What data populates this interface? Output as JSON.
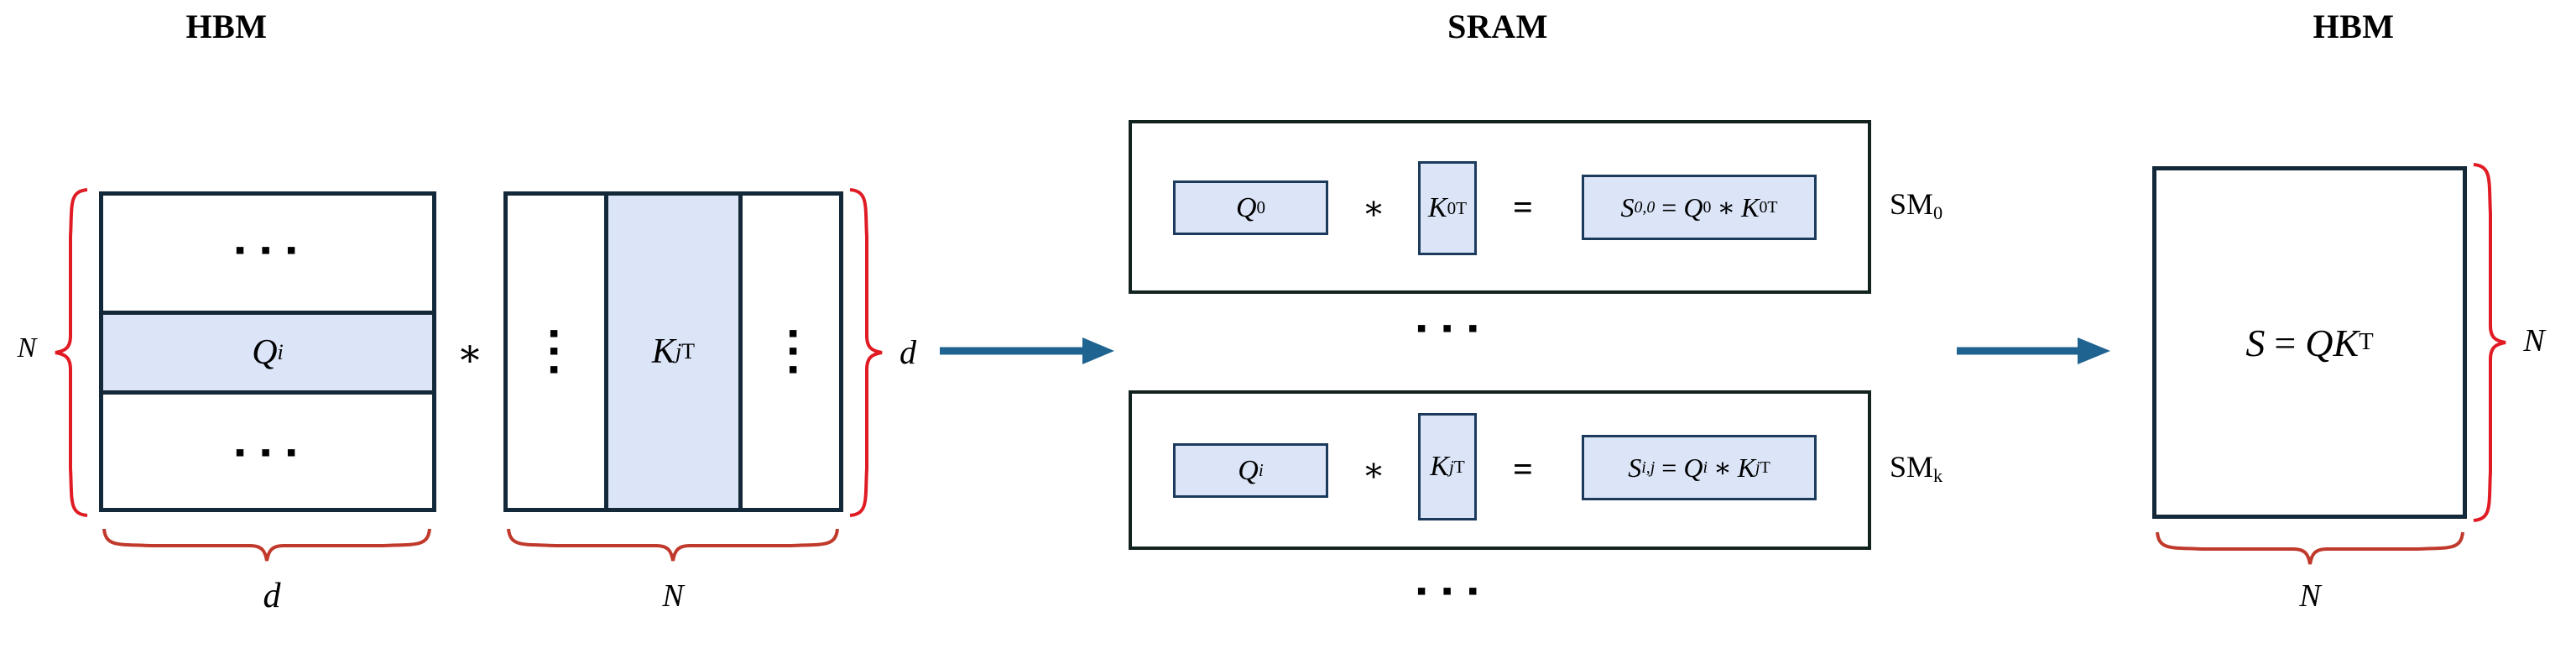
{
  "headers": {
    "left": "HBM",
    "middle": "SRAM",
    "right": "HBM"
  },
  "left_panel": {
    "q_matrix": {
      "top_dots": "▪ ▪ ▪",
      "highlight_label": "Q",
      "highlight_sub": "i",
      "bottom_dots": "▪ ▪ ▪",
      "brace_left_label": "N",
      "brace_bottom_label": "d"
    },
    "operator": "∗",
    "k_matrix": {
      "left_vdots": "▪",
      "highlight_label": "K",
      "highlight_sub": "j",
      "highlight_sup": "T",
      "right_vdots": "▪",
      "brace_right_label": "d",
      "brace_bottom_label": "N"
    }
  },
  "arrows": {
    "arrow1_name": "arrow-hbm-to-sram",
    "arrow2_name": "arrow-sram-to-hbm",
    "color": "#1f6390"
  },
  "sram_panel": {
    "dots_between": "▪ ▪ ▪",
    "dots_below": "▪ ▪ ▪",
    "rows": [
      {
        "sm_label": "SM",
        "sm_sub": "0",
        "q_label": "Q",
        "q_sub": "0",
        "mul": "∗",
        "k_label": "K",
        "k_sub": "0",
        "k_sup": "T",
        "eq": "=",
        "result_s": "S",
        "result_s_sub": "0,0",
        "result_eq": "=",
        "result_q": "Q",
        "result_q_sub": "0",
        "result_mul": "∗",
        "result_k": "K",
        "result_k_sub": "0",
        "result_k_sup": "T"
      },
      {
        "sm_label": "SM",
        "sm_sub": "k",
        "q_label": "Q",
        "q_sub": "i",
        "mul": "∗",
        "k_label": "K",
        "k_sub": "j",
        "k_sup": "T",
        "eq": "=",
        "result_s": "S",
        "result_s_sub": "i,j",
        "result_eq": "=",
        "result_q": "Q",
        "result_q_sub": "i",
        "result_mul": "∗",
        "result_k": "K",
        "result_k_sub": "j",
        "result_k_sup": "T"
      }
    ]
  },
  "right_panel": {
    "s_matrix": {
      "formula_s": "S",
      "formula_eq": "=",
      "formula_q": "Q",
      "formula_k": "K",
      "formula_sup": "T",
      "brace_right_label": "N",
      "brace_bottom_label": "N"
    }
  },
  "colors": {
    "matrix_border": "#132838",
    "highlight_fill": "#dbe5f7",
    "brace": "#e01b24",
    "arrow": "#1f6390",
    "cell_border": "#1b3a5c"
  }
}
